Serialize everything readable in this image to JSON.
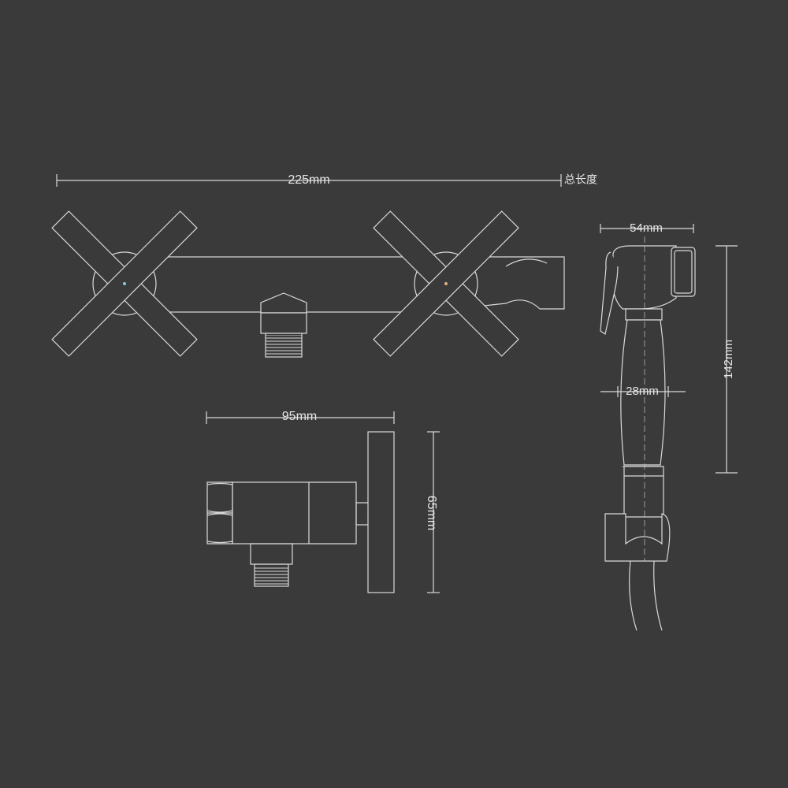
{
  "dimensions": {
    "total_length": "225mm",
    "total_length_note": "总长度",
    "sprayer_head_width": "54mm",
    "sprayer_height": "142mm",
    "sprayer_handle_diameter": "28mm",
    "valve_length": "95mm",
    "valve_height": "65mm"
  },
  "colors": {
    "background": "#3a3a3a",
    "line": "#d9d9d9",
    "text": "#e6e6e6"
  }
}
